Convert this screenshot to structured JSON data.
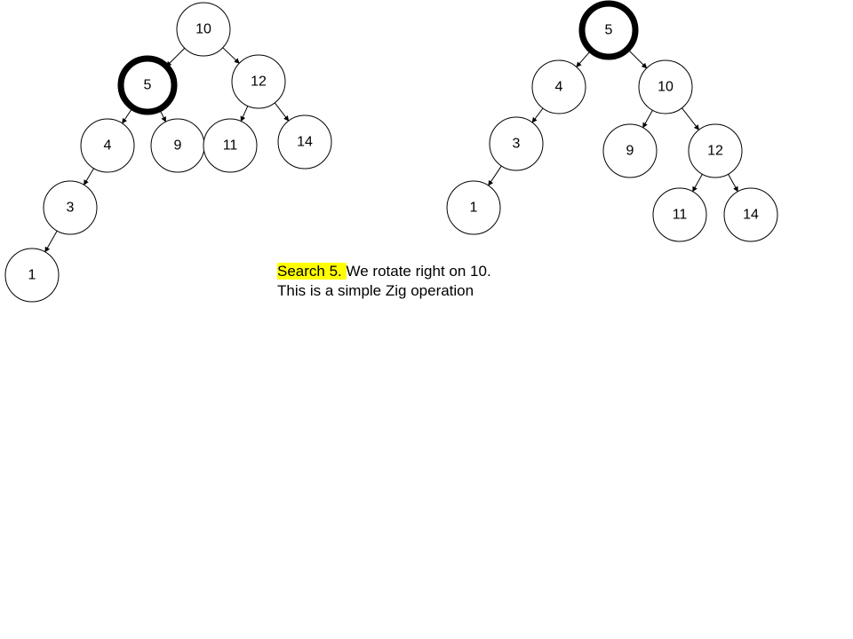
{
  "colors": {
    "highlight_text_bg": "#ffff00",
    "stroke": "#000000",
    "background": "#ffffff"
  },
  "before_tree": {
    "nodes": [
      {
        "id": "b10",
        "label": "10"
      },
      {
        "id": "b5",
        "label": "5",
        "highlight": true
      },
      {
        "id": "b12",
        "label": "12"
      },
      {
        "id": "b4",
        "label": "4"
      },
      {
        "id": "b9",
        "label": "9"
      },
      {
        "id": "b11",
        "label": "11"
      },
      {
        "id": "b14",
        "label": "14"
      },
      {
        "id": "b3",
        "label": "3"
      },
      {
        "id": "b1",
        "label": "1"
      }
    ],
    "edges": [
      [
        "b10",
        "b5"
      ],
      [
        "b10",
        "b12"
      ],
      [
        "b5",
        "b4"
      ],
      [
        "b5",
        "b9"
      ],
      [
        "b12",
        "b11"
      ],
      [
        "b12",
        "b14"
      ],
      [
        "b4",
        "b3"
      ],
      [
        "b3",
        "b1"
      ]
    ]
  },
  "after_tree": {
    "nodes": [
      {
        "id": "a5",
        "label": "5",
        "highlight": true
      },
      {
        "id": "a4",
        "label": "4"
      },
      {
        "id": "a10",
        "label": "10"
      },
      {
        "id": "a3",
        "label": "3"
      },
      {
        "id": "a1",
        "label": "1"
      },
      {
        "id": "a9",
        "label": "9"
      },
      {
        "id": "a12",
        "label": "12"
      },
      {
        "id": "a11",
        "label": "11"
      },
      {
        "id": "a14",
        "label": "14"
      }
    ],
    "edges": [
      [
        "a5",
        "a4"
      ],
      [
        "a5",
        "a10"
      ],
      [
        "a4",
        "a3"
      ],
      [
        "a3",
        "a1"
      ],
      [
        "a10",
        "a9"
      ],
      [
        "a10",
        "a12"
      ],
      [
        "a12",
        "a11"
      ],
      [
        "a12",
        "a14"
      ]
    ]
  },
  "caption": {
    "highlighted": "Search 5. ",
    "rest": "We rotate right on 10. This is a simple Zig operation"
  }
}
